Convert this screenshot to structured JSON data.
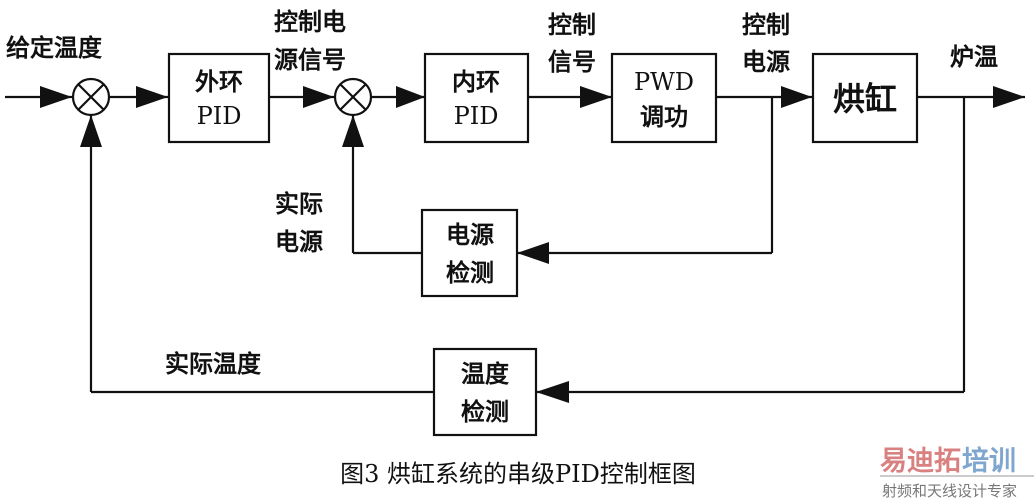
{
  "diagram": {
    "type": "cascade PID control block diagram",
    "caption": "图3 烘缸系统的串级PID控制框图",
    "blocks": {
      "outer_pid": {
        "line1": "外环",
        "line2": "PID"
      },
      "inner_pid": {
        "line1": "内环",
        "line2": "PID"
      },
      "pwd": {
        "line1": "PWD",
        "line2": "调功"
      },
      "drum": {
        "label": "烘缸"
      },
      "power_detect": {
        "line1": "电源",
        "line2": "检测"
      },
      "temp_detect": {
        "line1": "温度",
        "line2": "检测"
      }
    },
    "signals": {
      "setpoint_temp": "给定温度",
      "control_power_signal": {
        "line1": "控制电",
        "line2": "源信号"
      },
      "control_signal": {
        "line1": "控制",
        "line2": "信号"
      },
      "control_power": {
        "line1": "控制",
        "line2": "电源"
      },
      "furnace_temp": "炉温",
      "actual_power": {
        "line1": "实际",
        "line2": "电源"
      },
      "actual_temp": "实际温度"
    },
    "summing_junctions": [
      "outer-comparator",
      "inner-comparator"
    ]
  },
  "watermark": {
    "brand_part1": "易迪拓",
    "brand_part2": "培训",
    "tagline": "射频和天线设计专家",
    "color_red": "#d98080",
    "color_blue": "#7fa6cf"
  }
}
